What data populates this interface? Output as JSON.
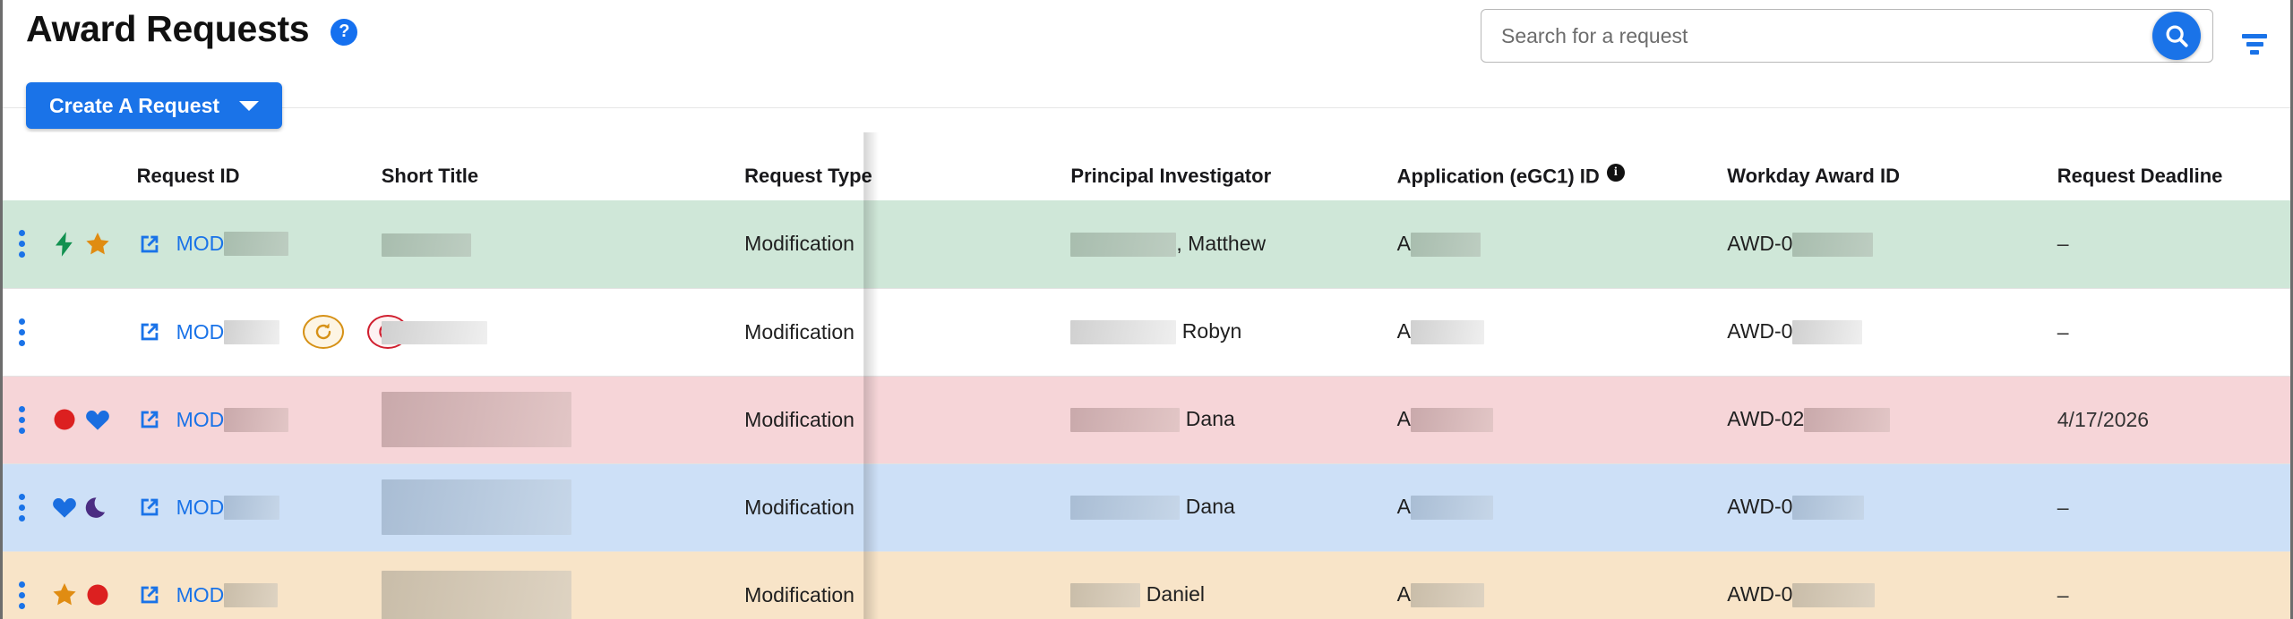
{
  "header": {
    "title": "Award Requests",
    "help_label": "?",
    "create_button": "Create A Request",
    "search": {
      "placeholder": "Search for a request",
      "value": "",
      "search_icon": "search-icon"
    },
    "filter_icon": "filter-icon"
  },
  "table": {
    "columns": [
      {
        "key": "actions",
        "label": ""
      },
      {
        "key": "flags",
        "label": ""
      },
      {
        "key": "reqid",
        "label": "Request ID"
      },
      {
        "key": "title",
        "label": "Short Title"
      },
      {
        "key": "type",
        "label": "Request Type"
      },
      {
        "key": "pi",
        "label": "Principal Investigator"
      },
      {
        "key": "egc1",
        "label": "Application (eGC1) ID",
        "info": "i"
      },
      {
        "key": "workday",
        "label": "Workday Award ID"
      },
      {
        "key": "deadline",
        "label": "Request Deadline"
      }
    ],
    "rows": [
      {
        "row_color": "row-green",
        "kebab": "more-options-icon",
        "flags": [
          "bolt-green-icon",
          "star-orange-icon"
        ],
        "open_icon": "external-link-icon",
        "request_id_prefix": "MOD",
        "request_id_redacted": true,
        "badges": [],
        "short_title_redacted": true,
        "request_type": "Modification",
        "pi_redacted": true,
        "pi_name": ", Matthew",
        "egc1_prefix": "A",
        "egc1_redacted": true,
        "workday_prefix": "AWD-0",
        "workday_redacted": true,
        "deadline": "–"
      },
      {
        "row_color": "row-white",
        "kebab": "more-options-icon",
        "flags": [],
        "open_icon": "external-link-icon",
        "request_id_prefix": "MOD",
        "request_id_redacted": true,
        "badges": [
          "refresh-badge-amber",
          "clock-badge-red"
        ],
        "short_title_redacted": true,
        "request_type": "Modification",
        "pi_redacted": true,
        "pi_name": "Robyn",
        "egc1_prefix": "A",
        "egc1_redacted": true,
        "workday_prefix": "AWD-0",
        "workday_redacted": true,
        "deadline": "–"
      },
      {
        "row_color": "row-pink",
        "kebab": "more-options-icon",
        "flags": [
          "circle-red-icon",
          "heart-blue-icon"
        ],
        "open_icon": "external-link-icon",
        "request_id_prefix": "MOD",
        "request_id_redacted": true,
        "badges": [],
        "short_title_redacted": true,
        "request_type": "Modification",
        "pi_redacted": true,
        "pi_name": "Dana",
        "egc1_prefix": "A",
        "egc1_redacted": true,
        "workday_prefix": "AWD-02",
        "workday_redacted": true,
        "deadline": "4/17/2026"
      },
      {
        "row_color": "row-blue",
        "kebab": "more-options-icon",
        "flags": [
          "heart-blue-icon",
          "moon-purple-icon"
        ],
        "open_icon": "external-link-icon",
        "request_id_prefix": "MOD",
        "request_id_redacted": true,
        "badges": [],
        "short_title_redacted": true,
        "request_type": "Modification",
        "pi_redacted": true,
        "pi_name": "Dana",
        "egc1_prefix": "A",
        "egc1_redacted": true,
        "workday_prefix": "AWD-0",
        "workday_redacted": true,
        "deadline": "–"
      },
      {
        "row_color": "row-orange",
        "kebab": "more-options-icon",
        "flags": [
          "star-orange-icon",
          "circle-red-icon"
        ],
        "open_icon": "external-link-icon",
        "request_id_prefix": "MOD",
        "request_id_redacted": true,
        "badges": [],
        "short_title_redacted": true,
        "request_type": "Modification",
        "pi_redacted": true,
        "pi_name": "Daniel",
        "egc1_prefix": "A",
        "egc1_redacted": true,
        "workday_prefix": "AWD-0",
        "workday_redacted": true,
        "deadline": "–"
      }
    ]
  },
  "colors": {
    "brand_blue": "#1a73e8",
    "row_green": "#cfe7d8",
    "row_pink": "#f6d5d8",
    "row_blue": "#cde0f7",
    "row_orange": "#f8e4c8",
    "flag_green": "#119150",
    "flag_orange": "#e08c12",
    "flag_red": "#dc2020",
    "flag_purple": "#4b2d82",
    "badge_amber": "#d69116",
    "badge_red": "#d01f2f"
  }
}
